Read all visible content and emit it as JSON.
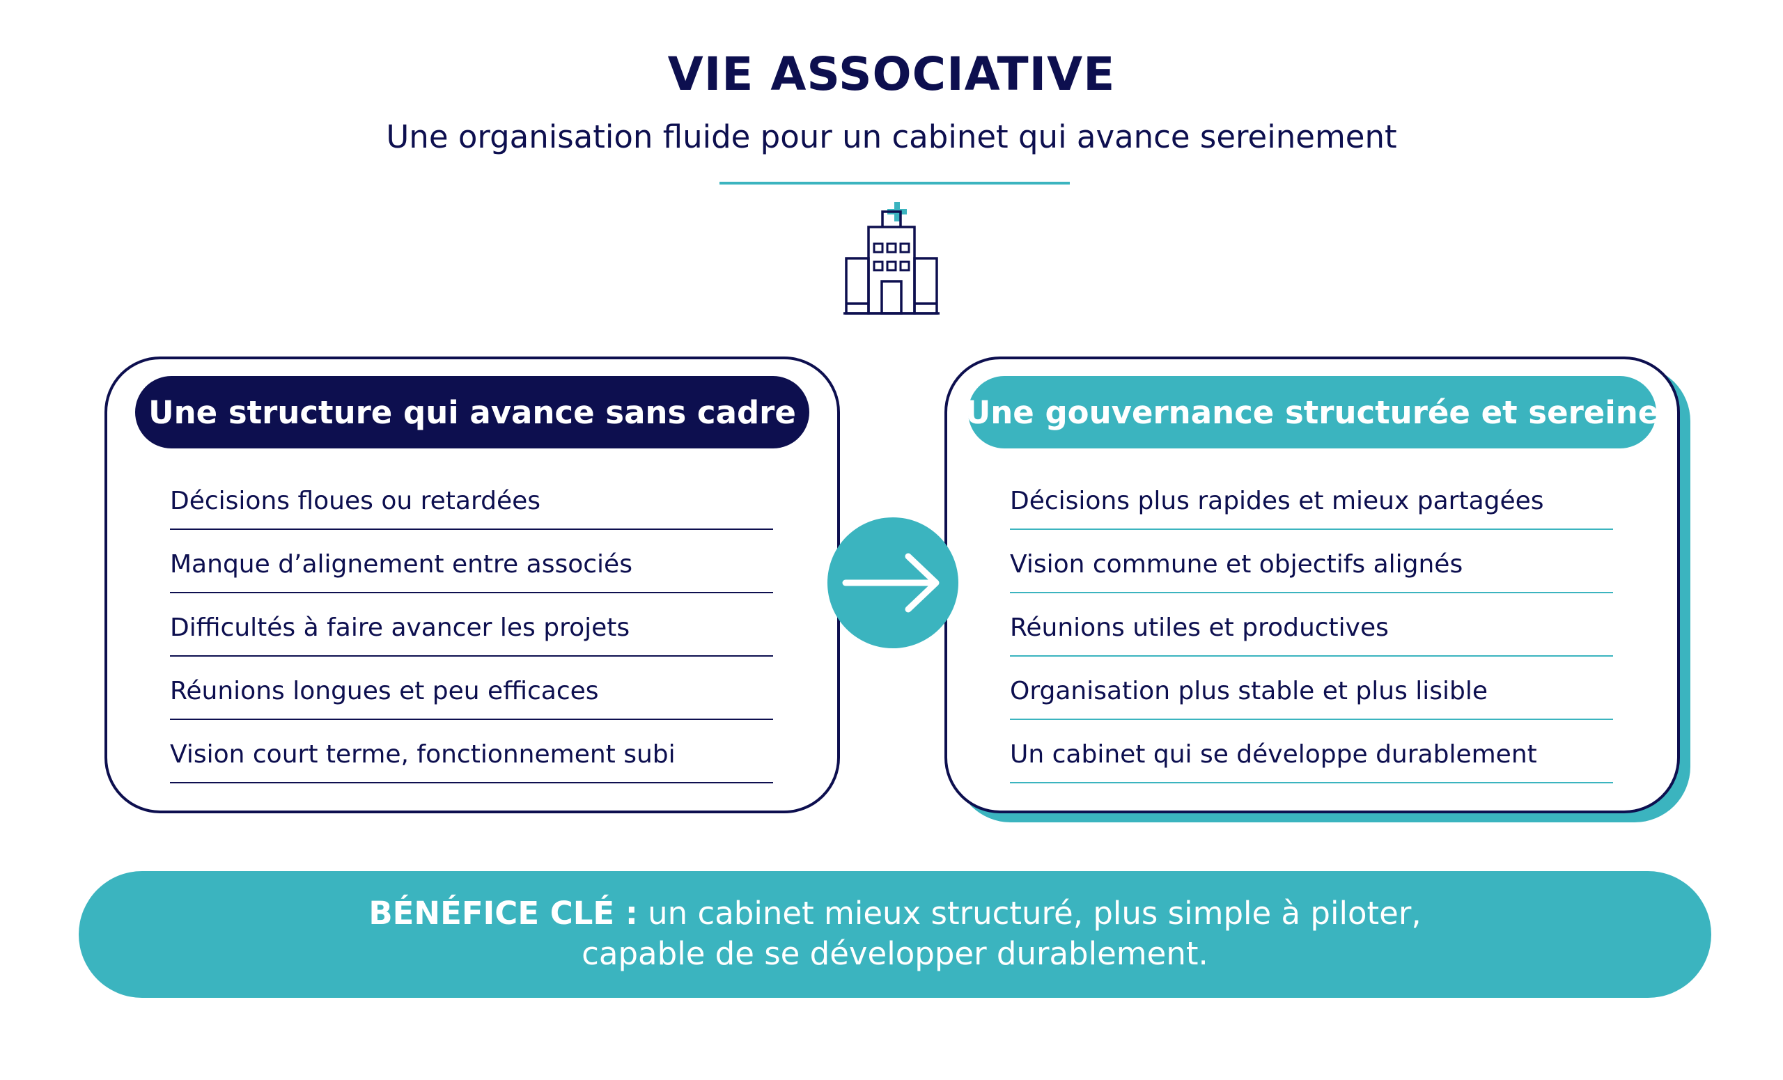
{
  "header": {
    "title": "VIE ASSOCIATIVE",
    "subtitle": "Une organisation fluide pour un cabinet qui avance sereinement",
    "icon": "hospital-building-icon"
  },
  "colors": {
    "navy": "#0d0f4f",
    "teal": "#3bb4bf",
    "white": "#ffffff"
  },
  "left_panel": {
    "heading": "Une structure qui avance sans cadre",
    "items": [
      "Décisions floues ou retardées",
      "Manque d’alignement entre associés",
      "Difficultés à faire avancer les projets",
      "Réunions longues et peu efficaces",
      "Vision court terme, fonctionnement subi"
    ]
  },
  "transition_icon": "arrow-right-icon",
  "right_panel": {
    "heading": "Une gouvernance structurée et sereine",
    "items": [
      "Décisions plus rapides et mieux partagées",
      "Vision commune et objectifs alignés",
      "Réunions utiles et productives",
      "Organisation plus stable et plus lisible",
      "Un cabinet qui se développe durablement"
    ]
  },
  "benefit": {
    "label": "BÉNÉFICE CLÉ :",
    "line1": " un cabinet mieux structuré, plus simple à piloter,",
    "line2": "capable de se développer durablement."
  }
}
